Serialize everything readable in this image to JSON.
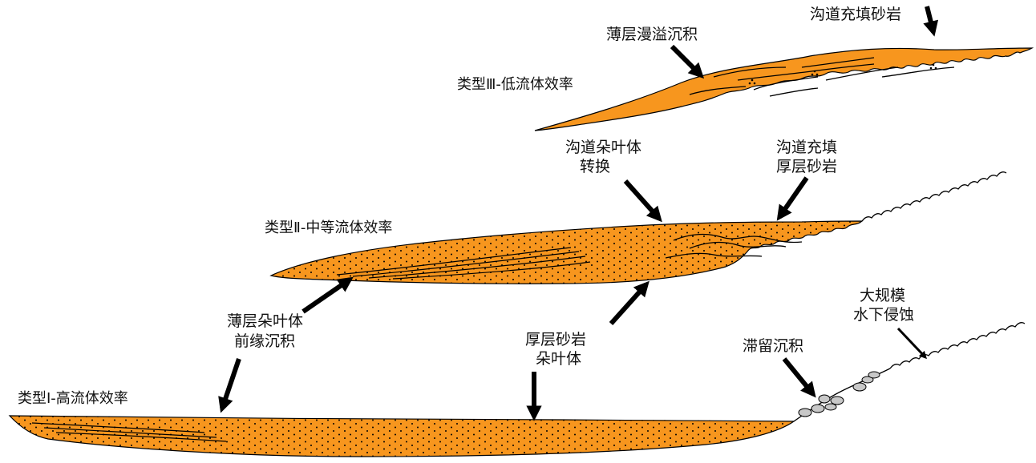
{
  "colors": {
    "body_fill": "#F7961E",
    "outline": "#000000",
    "pebble_fill": "#C8C8C8"
  },
  "type3": {
    "title": "类型Ⅲ-低流体效率",
    "label_sheet_overflow": "薄层漫溢沉积",
    "label_channel_fill": "沟道充填砂岩"
  },
  "type2": {
    "title": "类型Ⅱ-中等流体效率",
    "label_transition": [
      "沟道朵叶体",
      "转换"
    ],
    "label_thick_channel": [
      "沟道充填",
      "厚层砂岩"
    ]
  },
  "type1": {
    "title": "类型Ⅰ-高流体效率",
    "label_lag": "滞留沉积",
    "label_erosion": [
      "大规模",
      "水下侵蚀"
    ]
  },
  "shared": {
    "label_thin_lobe": [
      "薄层朵叶体",
      "前缘沉积"
    ],
    "label_thick_lobe": [
      "厚层砂岩",
      "朵叶体"
    ]
  }
}
